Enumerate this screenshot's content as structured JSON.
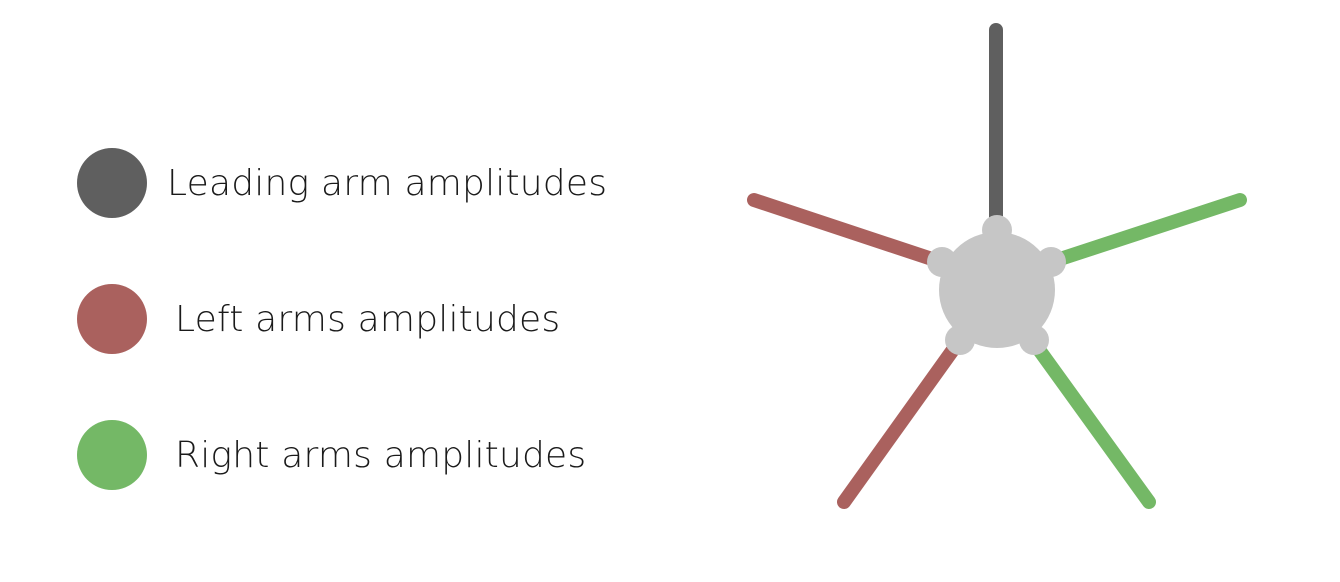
{
  "legend": {
    "items": [
      {
        "label": "Leading arm amplitudes",
        "color": "#5f5f5f"
      },
      {
        "label": "Left arms amplitudes",
        "color": "#aa615e"
      },
      {
        "label": "Right arms amplitudes",
        "color": "#74b866"
      }
    ]
  },
  "diagram": {
    "body_color": "#c6c6c6",
    "arm_colors": {
      "leading": "#5f5f5f",
      "left": "#aa615e",
      "right": "#74b866"
    }
  }
}
